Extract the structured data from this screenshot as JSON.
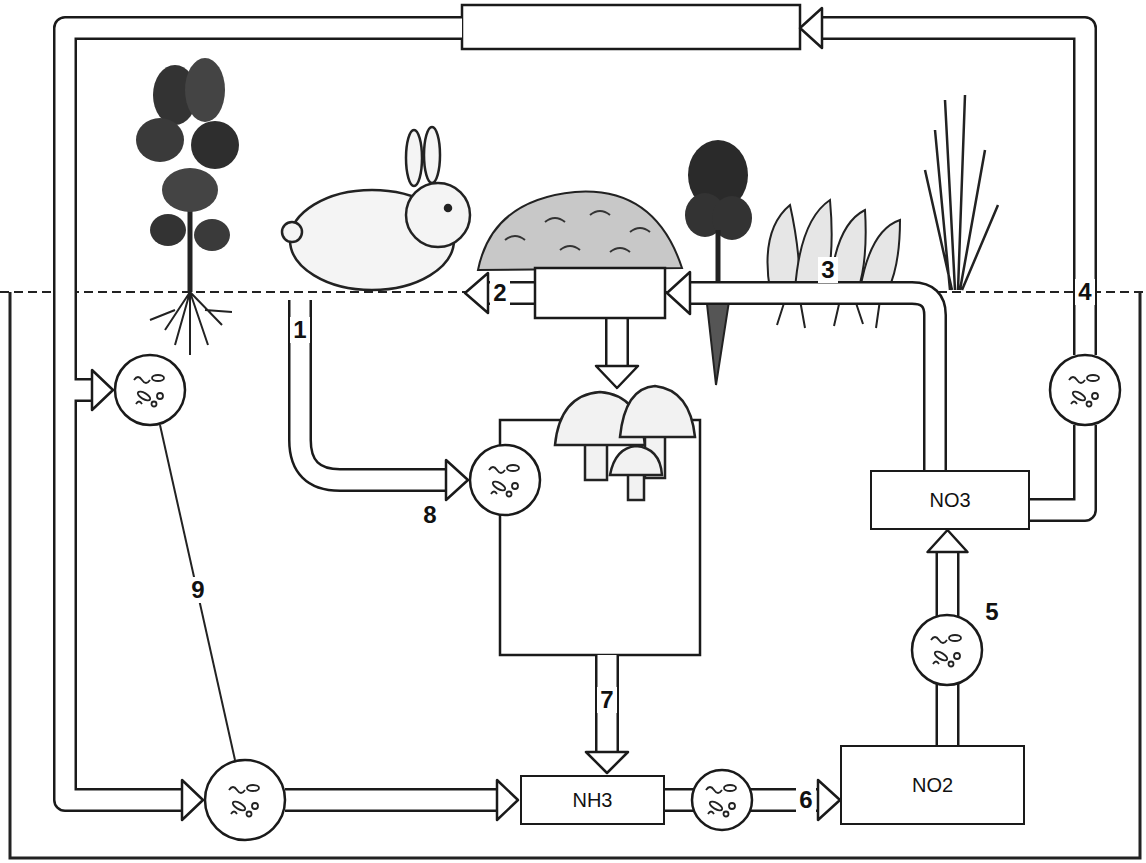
{
  "diagram": {
    "nodes": [
      {
        "text": [
          "NO3"
        ]
      },
      {
        "text": [
          "NH3"
        ]
      },
      {
        "text": [
          "NO2"
        ]
      }
    ],
    "edges": [
      {
        "from": 1,
        "to": 2,
        "arrow": "to",
        "label": "6"
      },
      {
        "from": 2,
        "to": 0,
        "arrow": "to",
        "label": "5"
      }
    ],
    "labels": [
      "1",
      "2",
      "3",
      "4",
      "7",
      "8",
      "9"
    ]
  }
}
